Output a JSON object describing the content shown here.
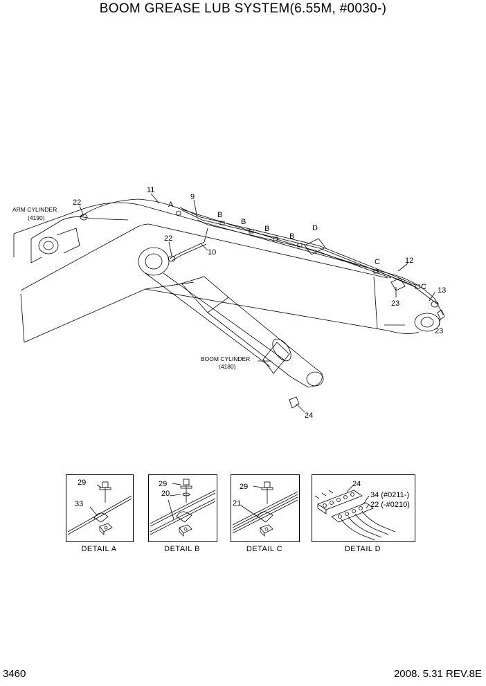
{
  "title": "BOOM GREASE LUB SYSTEM(6.55M, #0030-)",
  "callouts": {
    "arm_cylinder": "ARM CYLINDER",
    "arm_cylinder_code": "(4190)",
    "boom_cylinder": "BOOM CYLINDER",
    "boom_cylinder_code": "(4180)",
    "n22a": "22",
    "n11": "11",
    "nA": "A",
    "n9": "9",
    "nB1": "B",
    "nB2": "B",
    "nB3": "B",
    "nB4": "B",
    "nD": "D",
    "n22b": "22",
    "n10": "10",
    "nC1": "C",
    "n12": "12",
    "nC2": "C",
    "n13": "13",
    "n23a": "23",
    "n23b": "23",
    "n24": "24"
  },
  "details": {
    "a": {
      "caption": "DETAIL  A",
      "n1": "29",
      "n2": "33"
    },
    "b": {
      "caption": "DETAIL  B",
      "n1": "29",
      "n2": "20"
    },
    "c": {
      "caption": "DETAIL  C",
      "n1": "29",
      "n2": "21"
    },
    "d": {
      "caption": "DETAIL  D",
      "n1": "24",
      "n2": "34 (#0211-)",
      "n3": "22 (-#0210)"
    }
  },
  "footer": {
    "page_number": "3460",
    "revision": "2008. 5.31  REV.8E"
  }
}
